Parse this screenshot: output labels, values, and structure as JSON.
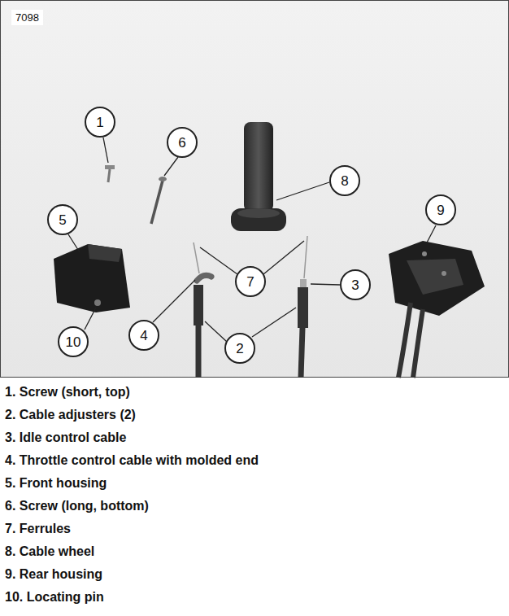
{
  "diagram": {
    "nodes": [
      {
        "text": [
          "1"
        ]
      },
      {
        "text": [
          "6"
        ]
      },
      {
        "text": [
          "8"
        ]
      },
      {
        "text": [
          "9"
        ]
      },
      {
        "text": [
          "5"
        ]
      },
      {
        "text": [
          "7"
        ]
      },
      {
        "text": [
          "3"
        ]
      },
      {
        "text": [
          "4"
        ]
      },
      {
        "text": [
          "10"
        ]
      },
      {
        "text": [
          "2"
        ]
      }
    ],
    "labels": [
      "7098",
      "1. Screw (short, top)",
      "2. Cable adjusters (2)",
      "3. Idle control cable",
      "4. Throttle control cable with molded end",
      "5. Front housing",
      "6. Screw (long, bottom)",
      "7. Ferrules",
      "8. Cable wheel",
      "9. Rear housing",
      "10. Locating pin"
    ]
  }
}
